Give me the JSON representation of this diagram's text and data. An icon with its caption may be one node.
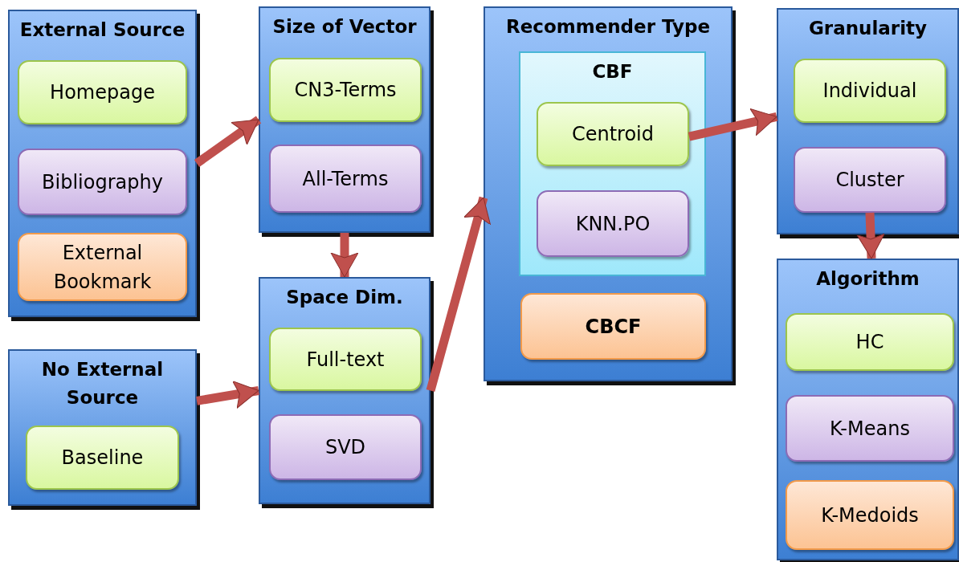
{
  "diagram": {
    "nodes": [
      {
        "text": [
          "External Source"
        ]
      },
      {
        "text": [
          "Homepage"
        ],
        "in": 0
      },
      {
        "text": [
          "Bibliography"
        ],
        "in": 0
      },
      {
        "text": [
          "External Bookmark"
        ],
        "in": 0
      },
      {
        "text": [
          "No External Source"
        ]
      },
      {
        "text": [
          "Baseline"
        ],
        "in": 4
      },
      {
        "text": [
          "Size of Vector"
        ]
      },
      {
        "text": [
          "CN3-Terms"
        ],
        "in": 6
      },
      {
        "text": [
          "All-Terms"
        ],
        "in": 6
      },
      {
        "text": [
          "Space Dim."
        ]
      },
      {
        "text": [
          "Full-text"
        ],
        "in": 9
      },
      {
        "text": [
          "SVD"
        ],
        "in": 9
      },
      {
        "text": [
          "Recommender Type"
        ]
      },
      {
        "text": [
          "CBF"
        ],
        "in": 12
      },
      {
        "text": [
          "Centroid"
        ],
        "in": 13
      },
      {
        "text": [
          "KNN.PO"
        ],
        "in": 13
      },
      {
        "text": [
          "CBCF"
        ],
        "in": 12
      },
      {
        "text": [
          "Granularity"
        ]
      },
      {
        "text": [
          "Individual"
        ],
        "in": 17
      },
      {
        "text": [
          "Cluster"
        ],
        "in": 17
      },
      {
        "text": [
          "Algorithm"
        ]
      },
      {
        "text": [
          "HC"
        ],
        "in": 20
      },
      {
        "text": [
          "K-Means"
        ],
        "in": 20
      },
      {
        "text": [
          "K-Medoids"
        ],
        "in": 20
      }
    ],
    "edges": [
      {
        "from": 0,
        "to": 6,
        "arrow": "to"
      },
      {
        "from": 4,
        "to": 9,
        "arrow": "to"
      },
      {
        "from": 6,
        "to": 9,
        "arrow": "to"
      },
      {
        "from": 9,
        "to": 12,
        "arrow": "to"
      },
      {
        "from": 14,
        "to": 17,
        "arrow": "to"
      },
      {
        "from": 19,
        "to": 20,
        "arrow": "to"
      }
    ]
  }
}
